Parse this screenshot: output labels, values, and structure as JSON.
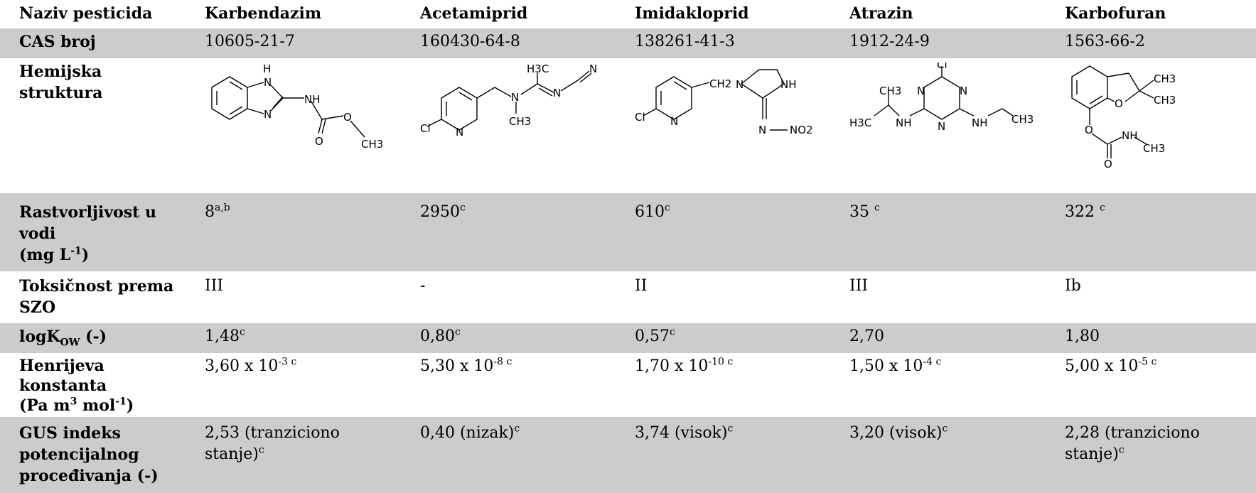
{
  "columns": [
    "Naziv pesticida",
    "Karbendazim",
    "Acetamiprid",
    "Imidakloprid",
    "Atrazin",
    "Karbofuran"
  ],
  "rows": {
    "cas": {
      "label": "CAS broj",
      "values": [
        "10605-21-7",
        "160430-64-8",
        "138261-41-3",
        "1912-24-9",
        "1563-66-2"
      ]
    },
    "structure": {
      "label_1": "Hemijska",
      "label_2": "struktura",
      "atoms": {
        "karbendazim": [
          "H",
          "N",
          "N",
          "NH",
          "O",
          "O",
          "CH3"
        ],
        "acetamiprid": [
          "H3C",
          "N",
          "N",
          "N",
          "CH3",
          "Cl",
          "N"
        ],
        "imidakloprid": [
          "CH2",
          "N",
          "NH",
          "N",
          "NO2",
          "Cl",
          "N"
        ],
        "atrazin": [
          "Cl",
          "N",
          "N",
          "N",
          "CH3",
          "H3C",
          "NH",
          "NH",
          "CH3"
        ],
        "karbofuran": [
          "CH3",
          "CH3",
          "O",
          "O",
          "NH",
          "CH3",
          "O"
        ]
      }
    },
    "solubility": {
      "label_1": "Rastvorljivost u",
      "label_2": "vodi",
      "label_3": "(mg L",
      "label_exp": "-1",
      "label_end": ")",
      "values": [
        {
          "v": "8",
          "s": "a,b"
        },
        {
          "v": "2950",
          "s": "c"
        },
        {
          "v": "610",
          "s": "c"
        },
        {
          "v": "35 ",
          "s": "c"
        },
        {
          "v": "322 ",
          "s": "c"
        }
      ]
    },
    "toxicity": {
      "label_1": "Toksičnost prema",
      "label_2": "SZO",
      "values": [
        "III",
        "-",
        "II",
        "III",
        "Ib"
      ]
    },
    "logkow": {
      "label_pre": "logK",
      "label_sub": "OW",
      "label_post": " (-)",
      "values": [
        {
          "v": "1,48",
          "s": "c"
        },
        {
          "v": "0,80",
          "s": "c"
        },
        {
          "v": "0,57",
          "s": "c"
        },
        {
          "v": "2,70",
          "s": ""
        },
        {
          "v": "1,80",
          "s": ""
        }
      ]
    },
    "henry": {
      "label_1": "Henrijeva",
      "label_2": "konstanta",
      "label_3": "(Pa m",
      "label_exp1": "3",
      "label_mid": " mol",
      "label_exp2": "-1",
      "label_end": ")",
      "values": [
        {
          "v": "3,60 x 10",
          "s": "-3 c"
        },
        {
          "v": "5,30 x 10",
          "s": "-8 c"
        },
        {
          "v": "1,70 x 10",
          "s": "-10 c"
        },
        {
          "v": "1,50 x 10",
          "s": "-4 c"
        },
        {
          "v": "5,00 x 10",
          "s": "-5 c"
        }
      ]
    },
    "gus": {
      "label_1": "GUS indeks",
      "label_2": "potencijalnog",
      "label_3": "procеđivanja (-)",
      "values": [
        {
          "v1": "2,53 (tranziciono",
          "v2": "stanje)",
          "s": "c"
        },
        {
          "v1": "0,40 (nizak)",
          "v2": "",
          "s": "c"
        },
        {
          "v1": "3,74 (visok)",
          "v2": "",
          "s": "c"
        },
        {
          "v1": "3,20 (visok)",
          "v2": "",
          "s": "c"
        },
        {
          "v1": "2,28 (tranziciono",
          "v2": "stanje)",
          "s": "c"
        }
      ]
    }
  },
  "colors": {
    "shade": "#cccccc",
    "white": "#ffffff"
  }
}
